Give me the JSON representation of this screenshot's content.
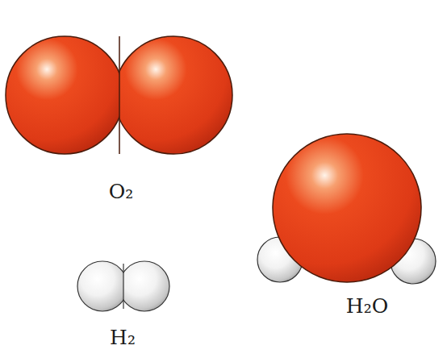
{
  "diagram": {
    "labels": [
      "O₂",
      "H₂O",
      "H₂"
    ]
  }
}
